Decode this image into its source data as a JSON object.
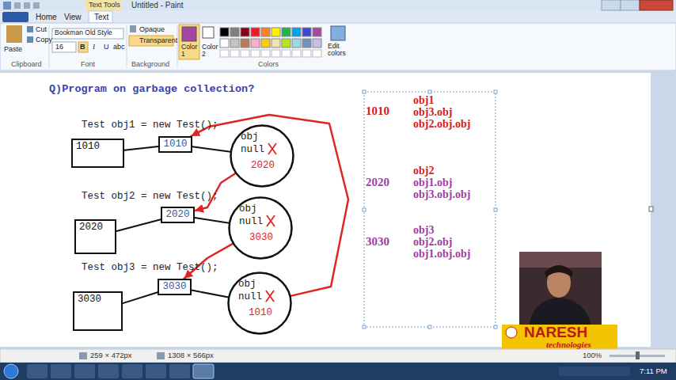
{
  "diagram": {
    "title": "Q)Program on garbage collection?",
    "nodes": [
      {
        "text": [
          "1010"
        ]
      },
      {
        "text": [
          "1010"
        ]
      },
      {
        "text": [
          "obj",
          "null",
          "2020"
        ]
      },
      {
        "text": [
          "2020"
        ]
      },
      {
        "text": [
          "2020"
        ]
      },
      {
        "text": [
          "obj",
          "null",
          "3030"
        ]
      },
      {
        "text": [
          "3030"
        ]
      },
      {
        "text": [
          "3030"
        ]
      },
      {
        "text": [
          "obj",
          "null",
          "1010"
        ]
      }
    ],
    "edges": [
      {
        "from": 0,
        "to": 1,
        "arrow": "none"
      },
      {
        "from": 1,
        "to": 2,
        "arrow": "none"
      },
      {
        "from": 3,
        "to": 4,
        "arrow": "none"
      },
      {
        "from": 4,
        "to": 5,
        "arrow": "none"
      },
      {
        "from": 6,
        "to": 7,
        "arrow": "none"
      },
      {
        "from": 7,
        "to": 8,
        "arrow": "none"
      },
      {
        "from": 2,
        "to": 4,
        "arrow": "to"
      },
      {
        "from": 5,
        "to": 7,
        "arrow": "to"
      },
      {
        "from": 8,
        "to": 1,
        "arrow": "to"
      }
    ],
    "labels": [
      "Text Tools",
      "Untitled - Paint",
      "Home",
      "View",
      "Text",
      "Paste",
      "Cut",
      "Copy",
      "Clipboard",
      "Bookman Old Style",
      "16",
      "B",
      "I",
      "U",
      "abc",
      "Font",
      "Opaque",
      "Transparent",
      "Background",
      "Color 1",
      "Color 2",
      "Colors",
      "Edit colors",
      "Test obj1 = new Test();",
      "Test obj2 = new Test();",
      "Test obj3 = new Test();",
      "1010",
      "obj1",
      "obj3.obj",
      "obj2.obj.obj",
      "2020",
      "obj2",
      "obj1.obj",
      "obj3.obj.obj",
      "3030",
      "obj3",
      "obj2.obj",
      "obj1.obj.obj",
      "NARESH",
      "technologies",
      "259 × 472px",
      "1308 × 566px",
      "100%",
      "7:11 PM"
    ]
  }
}
